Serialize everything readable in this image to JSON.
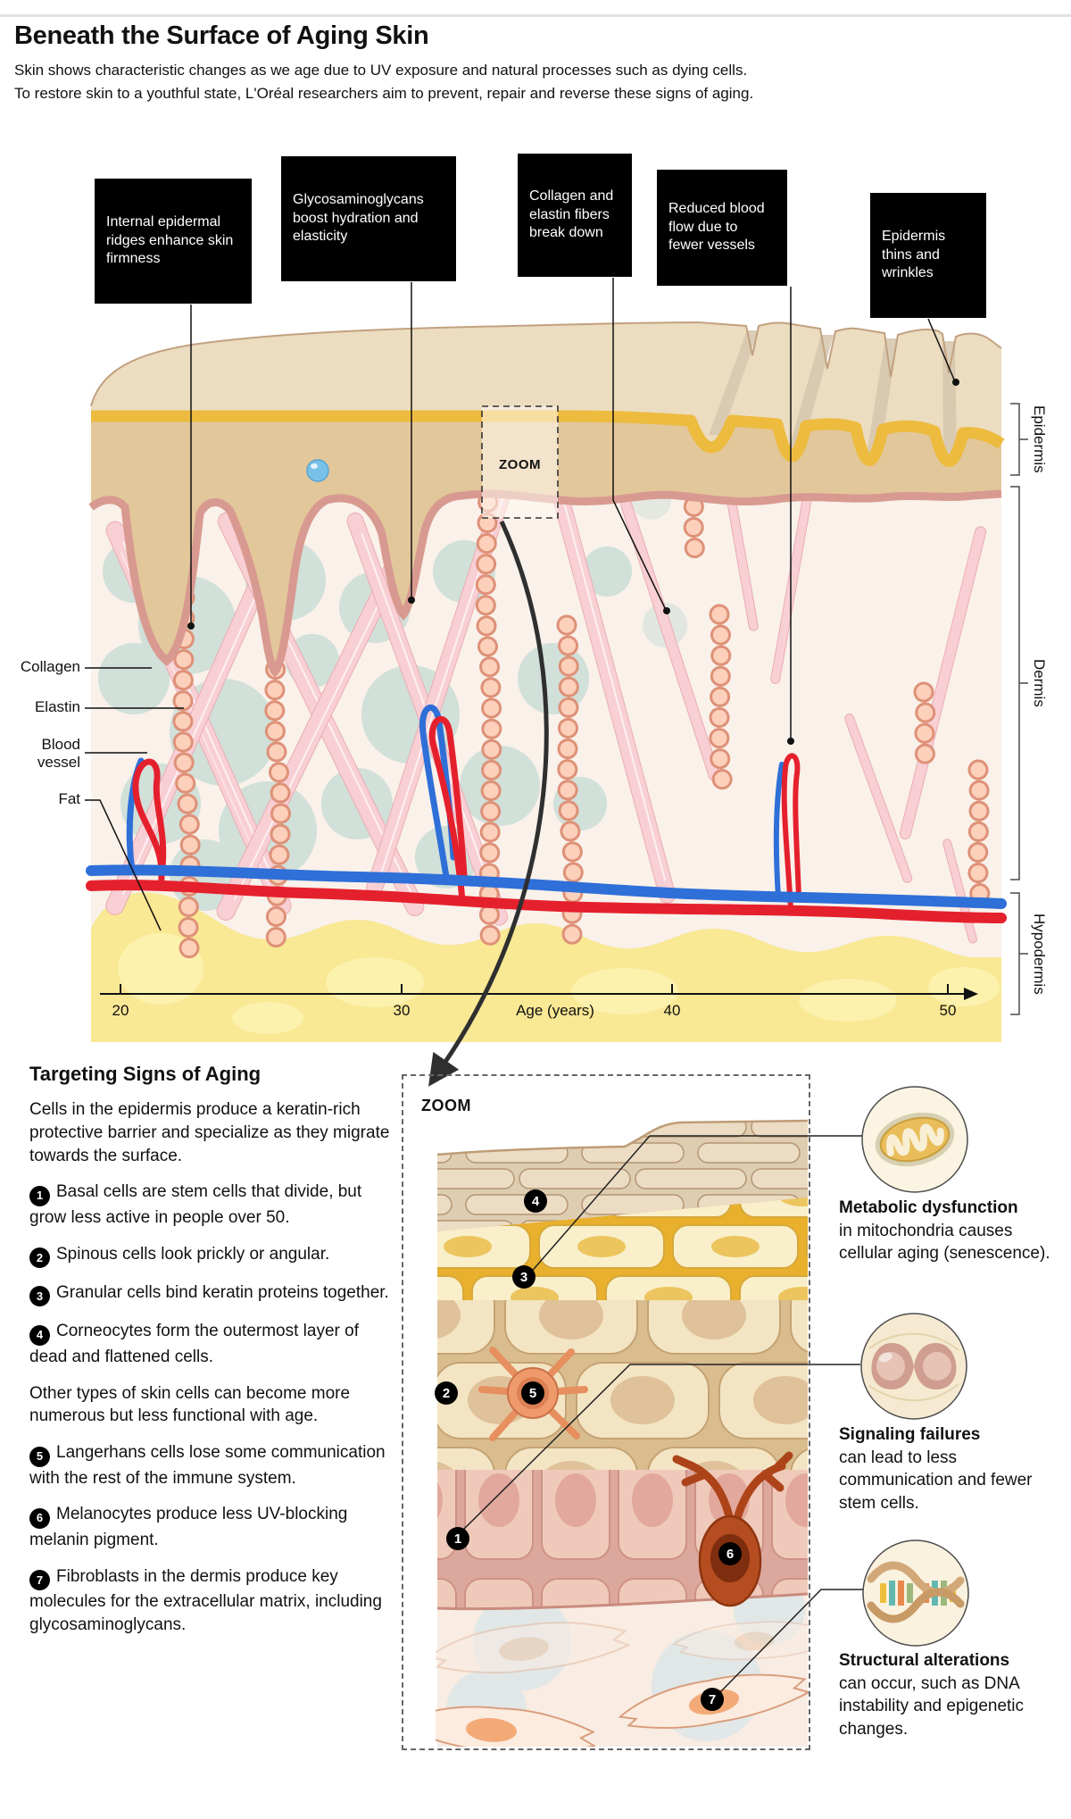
{
  "header": {
    "title": "Beneath the Surface of Aging Skin",
    "intro": "Skin shows characteristic changes as we age due to UV exposure and natural processes such as dying cells.\nTo restore skin to a youthful state, L'Oréal researchers aim to prevent, repair and reverse these signs of aging."
  },
  "callouts": [
    {
      "text": "Internal epidermal ridges enhance skin firmness"
    },
    {
      "text": "Glycosaminoglycans boost hydration and elasticity"
    },
    {
      "text": "Collagen and elastin fibers break down"
    },
    {
      "text": "Reduced blood flow due to fewer vessels"
    },
    {
      "text": "Epidermis thins and wrinkles"
    }
  ],
  "figure": {
    "part_labels": {
      "collagen": "Collagen",
      "elastin": "Elastin",
      "blood_vessel": "Blood vessel",
      "fat": "Fat"
    },
    "layer_labels": {
      "epidermis": "Epidermis",
      "dermis": "Dermis",
      "hypodermis": "Hypodermis"
    },
    "zoom_box_label": "ZOOM",
    "axis": {
      "label": "Age (years)",
      "ticks": [
        "20",
        "30",
        "40",
        "50"
      ]
    }
  },
  "zoom_panel": {
    "label": "ZOOM",
    "badges": [
      "1",
      "2",
      "3",
      "4",
      "5",
      "6",
      "7"
    ]
  },
  "aging_section": {
    "heading": "Targeting Signs of Aging",
    "paragraphs": [
      {
        "num": "",
        "text": "Cells in the epidermis produce a keratin-rich protective barrier and specialize as they migrate towards the surface."
      },
      {
        "num": "1",
        "text": "Basal cells are stem cells that divide, but grow less active in people over 50."
      },
      {
        "num": "2",
        "text": "Spinous cells look prickly or angular."
      },
      {
        "num": "3",
        "text": "Granular cells bind keratin proteins together."
      },
      {
        "num": "4",
        "text": "Corneocytes form the outermost layer of dead and flattened cells."
      },
      {
        "num": "",
        "text": "Other types of skin cells can become more numerous but less functional with age."
      },
      {
        "num": "5",
        "text": "Langerhans cells lose some communication with the rest of the immune system."
      },
      {
        "num": "6",
        "text": "Melanocytes produce less UV-blocking melanin pigment."
      },
      {
        "num": "7",
        "text": "Fibroblasts in the dermis produce key molecules for the extracellular matrix, including glycosaminoglycans."
      }
    ]
  },
  "insets": [
    {
      "title": "Metabolic dysfunction",
      "body": "in mitochondria causes cellular aging (senescence)."
    },
    {
      "title": "Signaling failures",
      "body": "can lead to less communication and fewer stem cells."
    },
    {
      "title": "Structural alterations",
      "body": "can occur, such as DNA instability and epigenetic changes."
    }
  ],
  "colors": {
    "accent_yellow": "#eaba3a",
    "vessel_red": "#e5202d",
    "vessel_blue": "#2e6fd8",
    "callout_bg": "#000000"
  }
}
